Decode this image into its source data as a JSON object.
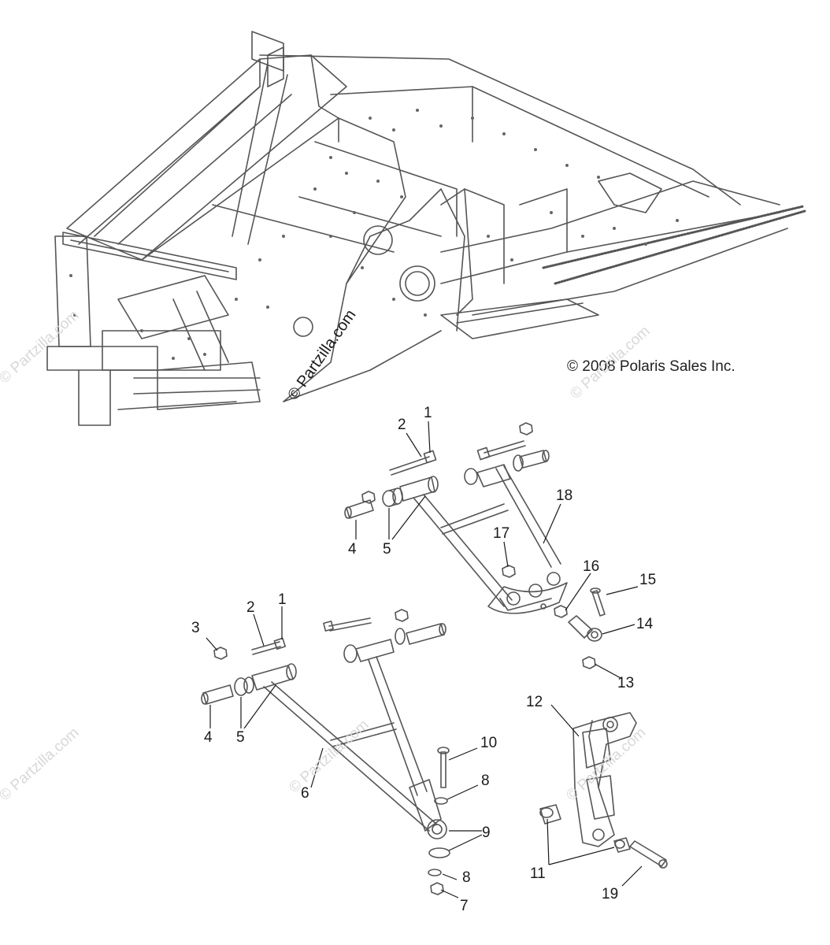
{
  "copyright": "© 2008 Polaris Sales Inc.",
  "watermark": "© Partzilla.com",
  "callouts": [
    {
      "id": "c1a",
      "text": "1"
    },
    {
      "id": "c2a",
      "text": "2"
    },
    {
      "id": "c4a",
      "text": "4"
    },
    {
      "id": "c5a",
      "text": "5"
    },
    {
      "id": "c18",
      "text": "18"
    },
    {
      "id": "c17",
      "text": "17"
    },
    {
      "id": "c16",
      "text": "16"
    },
    {
      "id": "c15",
      "text": "15"
    },
    {
      "id": "c14",
      "text": "14"
    },
    {
      "id": "c13",
      "text": "13"
    },
    {
      "id": "c3",
      "text": "3"
    },
    {
      "id": "c2b",
      "text": "2"
    },
    {
      "id": "c1b",
      "text": "1"
    },
    {
      "id": "c4b",
      "text": "4"
    },
    {
      "id": "c5b",
      "text": "5"
    },
    {
      "id": "c6",
      "text": "6"
    },
    {
      "id": "c10",
      "text": "10"
    },
    {
      "id": "c8a",
      "text": "8"
    },
    {
      "id": "c9",
      "text": "9"
    },
    {
      "id": "c8b",
      "text": "8"
    },
    {
      "id": "c7",
      "text": "7"
    },
    {
      "id": "c12",
      "text": "12"
    },
    {
      "id": "c11",
      "text": "11"
    },
    {
      "id": "c19",
      "text": "19"
    }
  ]
}
